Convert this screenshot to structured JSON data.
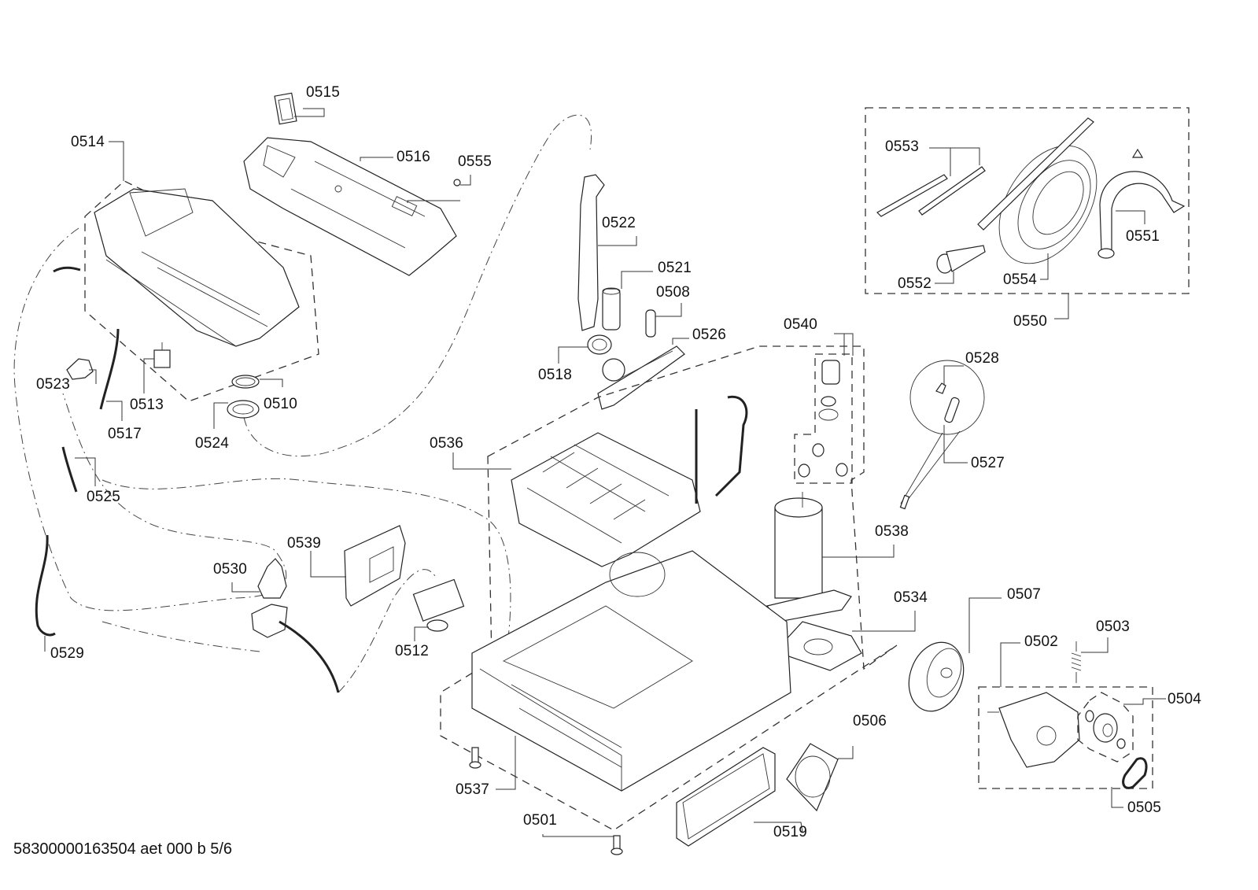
{
  "document": {
    "type": "exploded-view spare parts diagram",
    "footer_code": "58300000163504 aet 000 b 5/6"
  },
  "groups": {
    "accessory_kit": {
      "label": "0550",
      "items": [
        "0551",
        "0552",
        "0553",
        "0554"
      ]
    },
    "motor_assembly": {
      "label": "0502",
      "items": [
        "0504",
        "0505"
      ]
    },
    "base_assembly": {
      "label": "0501",
      "items": [
        "0536",
        "0537",
        "0538",
        "0540"
      ]
    },
    "detail_circle": {
      "items": [
        "0527",
        "0528"
      ]
    }
  },
  "labels": {
    "p0501": "0501",
    "p0502": "0502",
    "p0503": "0503",
    "p0504": "0504",
    "p0505": "0505",
    "p0506": "0506",
    "p0507": "0507",
    "p0508": "0508",
    "p0510": "0510",
    "p0512": "0512",
    "p0513": "0513",
    "p0514": "0514",
    "p0515": "0515",
    "p0516": "0516",
    "p0517": "0517",
    "p0518": "0518",
    "p0519": "0519",
    "p0521": "0521",
    "p0522": "0522",
    "p0523": "0523",
    "p0524": "0524",
    "p0525": "0525",
    "p0526": "0526",
    "p0527": "0527",
    "p0528": "0528",
    "p0529": "0529",
    "p0530": "0530",
    "p0534": "0534",
    "p0536": "0536",
    "p0537": "0537",
    "p0538": "0538",
    "p0539": "0539",
    "p0540": "0540",
    "p0550": "0550",
    "p0551": "0551",
    "p0552": "0552",
    "p0553": "0553",
    "p0554": "0554",
    "p0555": "0555"
  }
}
